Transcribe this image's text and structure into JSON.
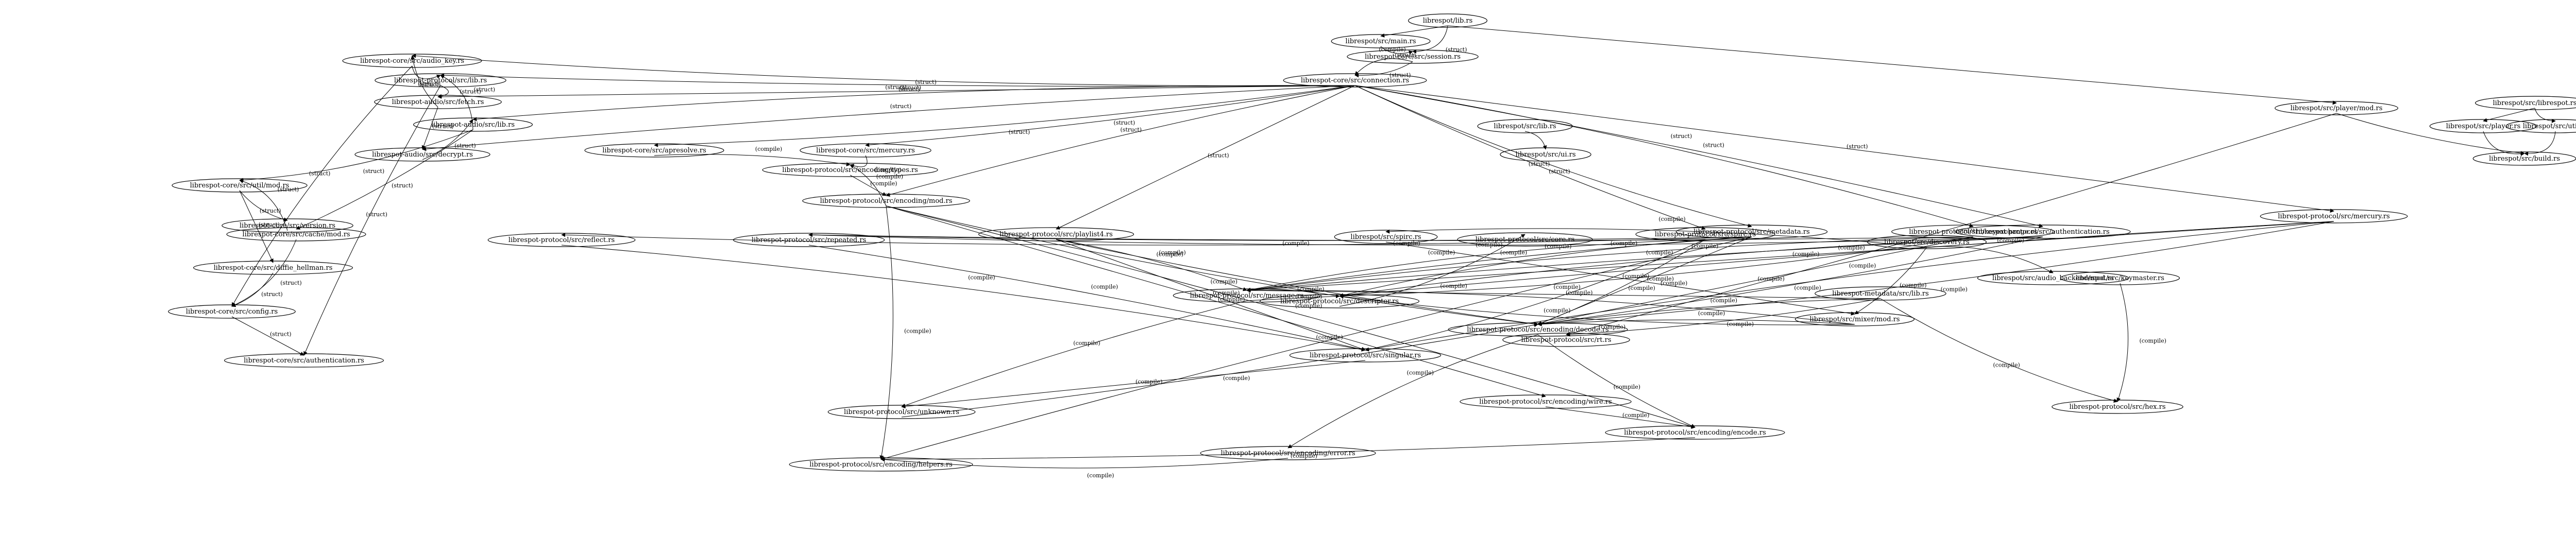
{
  "graph": {
    "nodes": [
      {
        "id": "n0",
        "label": "librespot/lib.rs"
      },
      {
        "id": "n1",
        "label": "librespot-core/src/session.rs"
      },
      {
        "id": "n2",
        "label": "librespot/src/main.rs"
      },
      {
        "id": "n3",
        "label": "librespot/src/player/mod.rs"
      },
      {
        "id": "n4",
        "label": "librespot-core/src/connection.rs"
      },
      {
        "id": "n5",
        "label": "librespot-core/src/audio_key.rs"
      },
      {
        "id": "n6",
        "label": "librespot-protocol/src/lib.rs"
      },
      {
        "id": "n7",
        "label": "librespot-audio/src/fetch.rs"
      },
      {
        "id": "n8",
        "label": "librespot-audio/src/decrypt.rs"
      },
      {
        "id": "n9",
        "label": "librespot-audio/src/lib.rs"
      },
      {
        "id": "n10",
        "label": "librespot-protocol/src/metadata.rs"
      },
      {
        "id": "n11",
        "label": "librespot-protocol/src/keyexchange.rs"
      },
      {
        "id": "n12",
        "label": "librespot-protocol/src/authentication.rs"
      },
      {
        "id": "n13",
        "label": "librespot-protocol/src/mercury.rs"
      },
      {
        "id": "n14",
        "label": "librespot-core/src/apresolve.rs"
      },
      {
        "id": "n15",
        "label": "librespot-core/src/mercury.rs"
      },
      {
        "id": "n16",
        "label": "librespot-protocol/src/playlist4.rs"
      },
      {
        "id": "n17",
        "label": "librespot-protocol/src/spirc.rs"
      },
      {
        "id": "n18",
        "label": "librespot-protocol/src/encoding/decode.rs"
      },
      {
        "id": "n19",
        "label": "librespot-protocol/src/encoding/mod.rs"
      },
      {
        "id": "n20",
        "label": "librespot-protocol/src/encoding/types.rs"
      },
      {
        "id": "n21",
        "label": "librespot-protocol/src/encoding/helpers.rs"
      },
      {
        "id": "n22",
        "label": "librespot-protocol/src/encoding/encode.rs"
      },
      {
        "id": "n23",
        "label": "librespot-protocol/src/encoding/wire.rs"
      },
      {
        "id": "n24",
        "label": "librespot-protocol/src/encoding/error.rs"
      },
      {
        "id": "n25",
        "label": "librespot-protocol/src/message.rs"
      },
      {
        "id": "n26",
        "label": "librespot-protocol/src/descriptor.rs"
      },
      {
        "id": "n27",
        "label": "librespot-protocol/src/reflect.rs"
      },
      {
        "id": "n28",
        "label": "librespot-protocol/src/repeated.rs"
      },
      {
        "id": "n29",
        "label": "librespot-protocol/src/singular.rs"
      },
      {
        "id": "n30",
        "label": "librespot-protocol/src/unknown.rs"
      },
      {
        "id": "n31",
        "label": "librespot-protocol/src/core.rs"
      },
      {
        "id": "n32",
        "label": "librespot-protocol/src/rt.rs"
      },
      {
        "id": "n33",
        "label": "librespot-protocol/src/hex.rs"
      },
      {
        "id": "n34",
        "label": "librespot/src/discovery.rs"
      },
      {
        "id": "n35",
        "label": "librespot/src/spirc.rs"
      },
      {
        "id": "n36",
        "label": "librespot/src/audio_backend/mod.rs"
      },
      {
        "id": "n37",
        "label": "librespot/src/mixer/mod.rs"
      },
      {
        "id": "n38",
        "label": "librespot-metadata/src/lib.rs"
      },
      {
        "id": "n39",
        "label": "librespot/src/keymaster.rs"
      },
      {
        "id": "n40",
        "label": "librespot-core/src/util/mod.rs"
      },
      {
        "id": "n41",
        "label": "librespot-core/src/cache/mod.rs"
      },
      {
        "id": "n42",
        "label": "librespot-core/src/version.rs"
      },
      {
        "id": "n43",
        "label": "librespot-core/src/diffie_hellman.rs"
      },
      {
        "id": "n44",
        "label": "librespot-core/src/config.rs"
      },
      {
        "id": "n45",
        "label": "librespot-core/src/authentication.rs"
      },
      {
        "id": "n46",
        "label": "librespot/src/librespot.rs"
      },
      {
        "id": "n47",
        "label": "librespot/src/player.rs"
      },
      {
        "id": "n48",
        "label": "librespot/src/util.rs"
      },
      {
        "id": "n49",
        "label": "librespot/src/build.rs"
      },
      {
        "id": "n50",
        "label": "librespot/src/lib.rs"
      },
      {
        "id": "n51",
        "label": "librespot/src/ui.rs"
      }
    ],
    "edges": [
      {
        "from": "n0",
        "to": "n1",
        "label": "(struct)"
      },
      {
        "from": "n1",
        "to": "n4",
        "label": "(struct)"
      },
      {
        "from": "n0",
        "to": "n2",
        "label": ""
      },
      {
        "from": "n2",
        "to": "n1",
        "label": "(struct)"
      },
      {
        "from": "n1",
        "to": "n4",
        "label": "(compile)"
      },
      {
        "from": "n4",
        "to": "n5",
        "label": "(struct)"
      },
      {
        "from": "n4",
        "to": "n6",
        "label": "(struct)"
      },
      {
        "from": "n4",
        "to": "n7",
        "label": "(struct)"
      },
      {
        "from": "n4",
        "to": "n8",
        "label": "(struct)"
      },
      {
        "from": "n4",
        "to": "n9",
        "label": "(struct)"
      },
      {
        "from": "n4",
        "to": "n14",
        "label": "(struct)"
      },
      {
        "from": "n4",
        "to": "n15",
        "label": "(struct)"
      },
      {
        "from": "n4",
        "to": "n16",
        "label": "(struct)"
      },
      {
        "from": "n4",
        "to": "n17",
        "label": "(struct)"
      },
      {
        "from": "n4",
        "to": "n10",
        "label": "(struct)"
      },
      {
        "from": "n4",
        "to": "n11",
        "label": "(struct)"
      },
      {
        "from": "n4",
        "to": "n12",
        "label": "(struct)"
      },
      {
        "from": "n4",
        "to": "n13",
        "label": "(struct)"
      },
      {
        "from": "n4",
        "to": "n19",
        "label": "(struct)"
      },
      {
        "from": "n5",
        "to": "n6",
        "label": "(struct)"
      },
      {
        "from": "n6",
        "to": "n7",
        "label": "(struct)"
      },
      {
        "from": "n7",
        "to": "n5",
        "label": "(struct)"
      },
      {
        "from": "n7",
        "to": "n8",
        "label": "(struct)"
      },
      {
        "from": "n8",
        "to": "n9",
        "label": "(struct)"
      },
      {
        "from": "n9",
        "to": "n6",
        "label": "(struct)"
      },
      {
        "from": "n9",
        "to": "n40",
        "label": "(struct)"
      },
      {
        "from": "n9",
        "to": "n41",
        "label": "(struct)"
      },
      {
        "from": "n40",
        "to": "n43",
        "label": "(struct)"
      },
      {
        "from": "n40",
        "to": "n42",
        "label": "(struct)"
      },
      {
        "from": "n42",
        "to": "n40",
        "label": "(struct)"
      },
      {
        "from": "n41",
        "to": "n44",
        "label": "(struct)"
      },
      {
        "from": "n43",
        "to": "n44",
        "label": "(struct)"
      },
      {
        "from": "n44",
        "to": "n45",
        "label": "(struct)"
      },
      {
        "from": "n6",
        "to": "n45",
        "label": "(struct)"
      },
      {
        "from": "n5",
        "to": "n44",
        "label": "(struct)"
      },
      {
        "from": "n15",
        "to": "n20",
        "label": "(compile)"
      },
      {
        "from": "n14",
        "to": "n20",
        "label": "(compile)"
      },
      {
        "from": "n20",
        "to": "n19",
        "label": "(compile)"
      },
      {
        "from": "n19",
        "to": "n20",
        "label": "(compile)"
      },
      {
        "from": "n19",
        "to": "n18",
        "label": "(compile)"
      },
      {
        "from": "n19",
        "to": "n21",
        "label": "(compile)"
      },
      {
        "from": "n19",
        "to": "n22",
        "label": "(compile)"
      },
      {
        "from": "n19",
        "to": "n23",
        "label": "(compile)"
      },
      {
        "from": "n10",
        "to": "n25",
        "label": "(compile)"
      },
      {
        "from": "n10",
        "to": "n26",
        "label": "(compile)"
      },
      {
        "from": "n10",
        "to": "n27",
        "label": "(compile)"
      },
      {
        "from": "n10",
        "to": "n28",
        "label": "(compile)"
      },
      {
        "from": "n10",
        "to": "n18",
        "label": "(compile)"
      },
      {
        "from": "n10",
        "to": "n21",
        "label": "(compile)"
      },
      {
        "from": "n11",
        "to": "n25",
        "label": "(compile)"
      },
      {
        "from": "n11",
        "to": "n26",
        "label": "(compile)"
      },
      {
        "from": "n11",
        "to": "n28",
        "label": "(compile)"
      },
      {
        "from": "n11",
        "to": "n18",
        "label": "(compile)"
      },
      {
        "from": "n12",
        "to": "n25",
        "label": "(compile)"
      },
      {
        "from": "n12",
        "to": "n26",
        "label": "(compile)"
      },
      {
        "from": "n12",
        "to": "n28",
        "label": "(compile)"
      },
      {
        "from": "n12",
        "to": "n18",
        "label": "(compile)"
      },
      {
        "from": "n13",
        "to": "n25",
        "label": "(compile)"
      },
      {
        "from": "n13",
        "to": "n26",
        "label": "(compile)"
      },
      {
        "from": "n13",
        "to": "n29",
        "label": "(compile)"
      },
      {
        "from": "n13",
        "to": "n18",
        "label": "(compile)"
      },
      {
        "from": "n16",
        "to": "n25",
        "label": "(compile)"
      },
      {
        "from": "n16",
        "to": "n29",
        "label": "(compile)"
      },
      {
        "from": "n16",
        "to": "n18",
        "label": "(compile)"
      },
      {
        "from": "n17",
        "to": "n25",
        "label": "(compile)"
      },
      {
        "from": "n17",
        "to": "n29",
        "label": "(compile)"
      },
      {
        "from": "n17",
        "to": "n18",
        "label": "(compile)"
      },
      {
        "from": "n25",
        "to": "n26",
        "label": "(compile)"
      },
      {
        "from": "n25",
        "to": "n30",
        "label": "(compile)"
      },
      {
        "from": "n26",
        "to": "n31",
        "label": "(compile)"
      },
      {
        "from": "n27",
        "to": "n29",
        "label": "(compile)"
      },
      {
        "from": "n28",
        "to": "n29",
        "label": "(compile)"
      },
      {
        "from": "n29",
        "to": "n30",
        "label": "(compile)"
      },
      {
        "from": "n30",
        "to": "n18",
        "label": "(compile)"
      },
      {
        "from": "n18",
        "to": "n24",
        "label": "(compile)"
      },
      {
        "from": "n24",
        "to": "n21",
        "label": "(compile)"
      },
      {
        "from": "n22",
        "to": "n21",
        "label": "(compile)"
      },
      {
        "from": "n23",
        "to": "n22",
        "label": "(compile)"
      },
      {
        "from": "n18",
        "to": "n22",
        "label": "(compile)"
      },
      {
        "from": "n34",
        "to": "n35",
        "label": "(compile)"
      },
      {
        "from": "n34",
        "to": "n36",
        "label": "(compile)"
      },
      {
        "from": "n34",
        "to": "n37",
        "label": "(compile)"
      },
      {
        "from": "n35",
        "to": "n37",
        "label": "(compile)"
      },
      {
        "from": "n37",
        "to": "n18",
        "label": "(compile)"
      },
      {
        "from": "n37",
        "to": "n25",
        "label": "(compile)"
      },
      {
        "from": "n37",
        "to": "n26",
        "label": "(compile)"
      },
      {
        "from": "n38",
        "to": "n32",
        "label": "(compile)"
      },
      {
        "from": "n38",
        "to": "n25",
        "label": "(compile)"
      },
      {
        "from": "n38",
        "to": "n18",
        "label": "(compile)"
      },
      {
        "from": "n38",
        "to": "n33",
        "label": "(compile)"
      },
      {
        "from": "n39",
        "to": "n33",
        "label": "(compile)"
      },
      {
        "from": "n3",
        "to": "n32",
        "label": "(struct)"
      },
      {
        "from": "n46",
        "to": "n47",
        "label": ""
      },
      {
        "from": "n46",
        "to": "n48",
        "label": ""
      },
      {
        "from": "n47",
        "to": "n49",
        "label": ""
      },
      {
        "from": "n48",
        "to": "n49",
        "label": ""
      },
      {
        "from": "n50",
        "to": "n51",
        "label": ""
      },
      {
        "from": "n0",
        "to": "n3",
        "label": ""
      },
      {
        "from": "n3",
        "to": "n49",
        "label": ""
      }
    ]
  }
}
